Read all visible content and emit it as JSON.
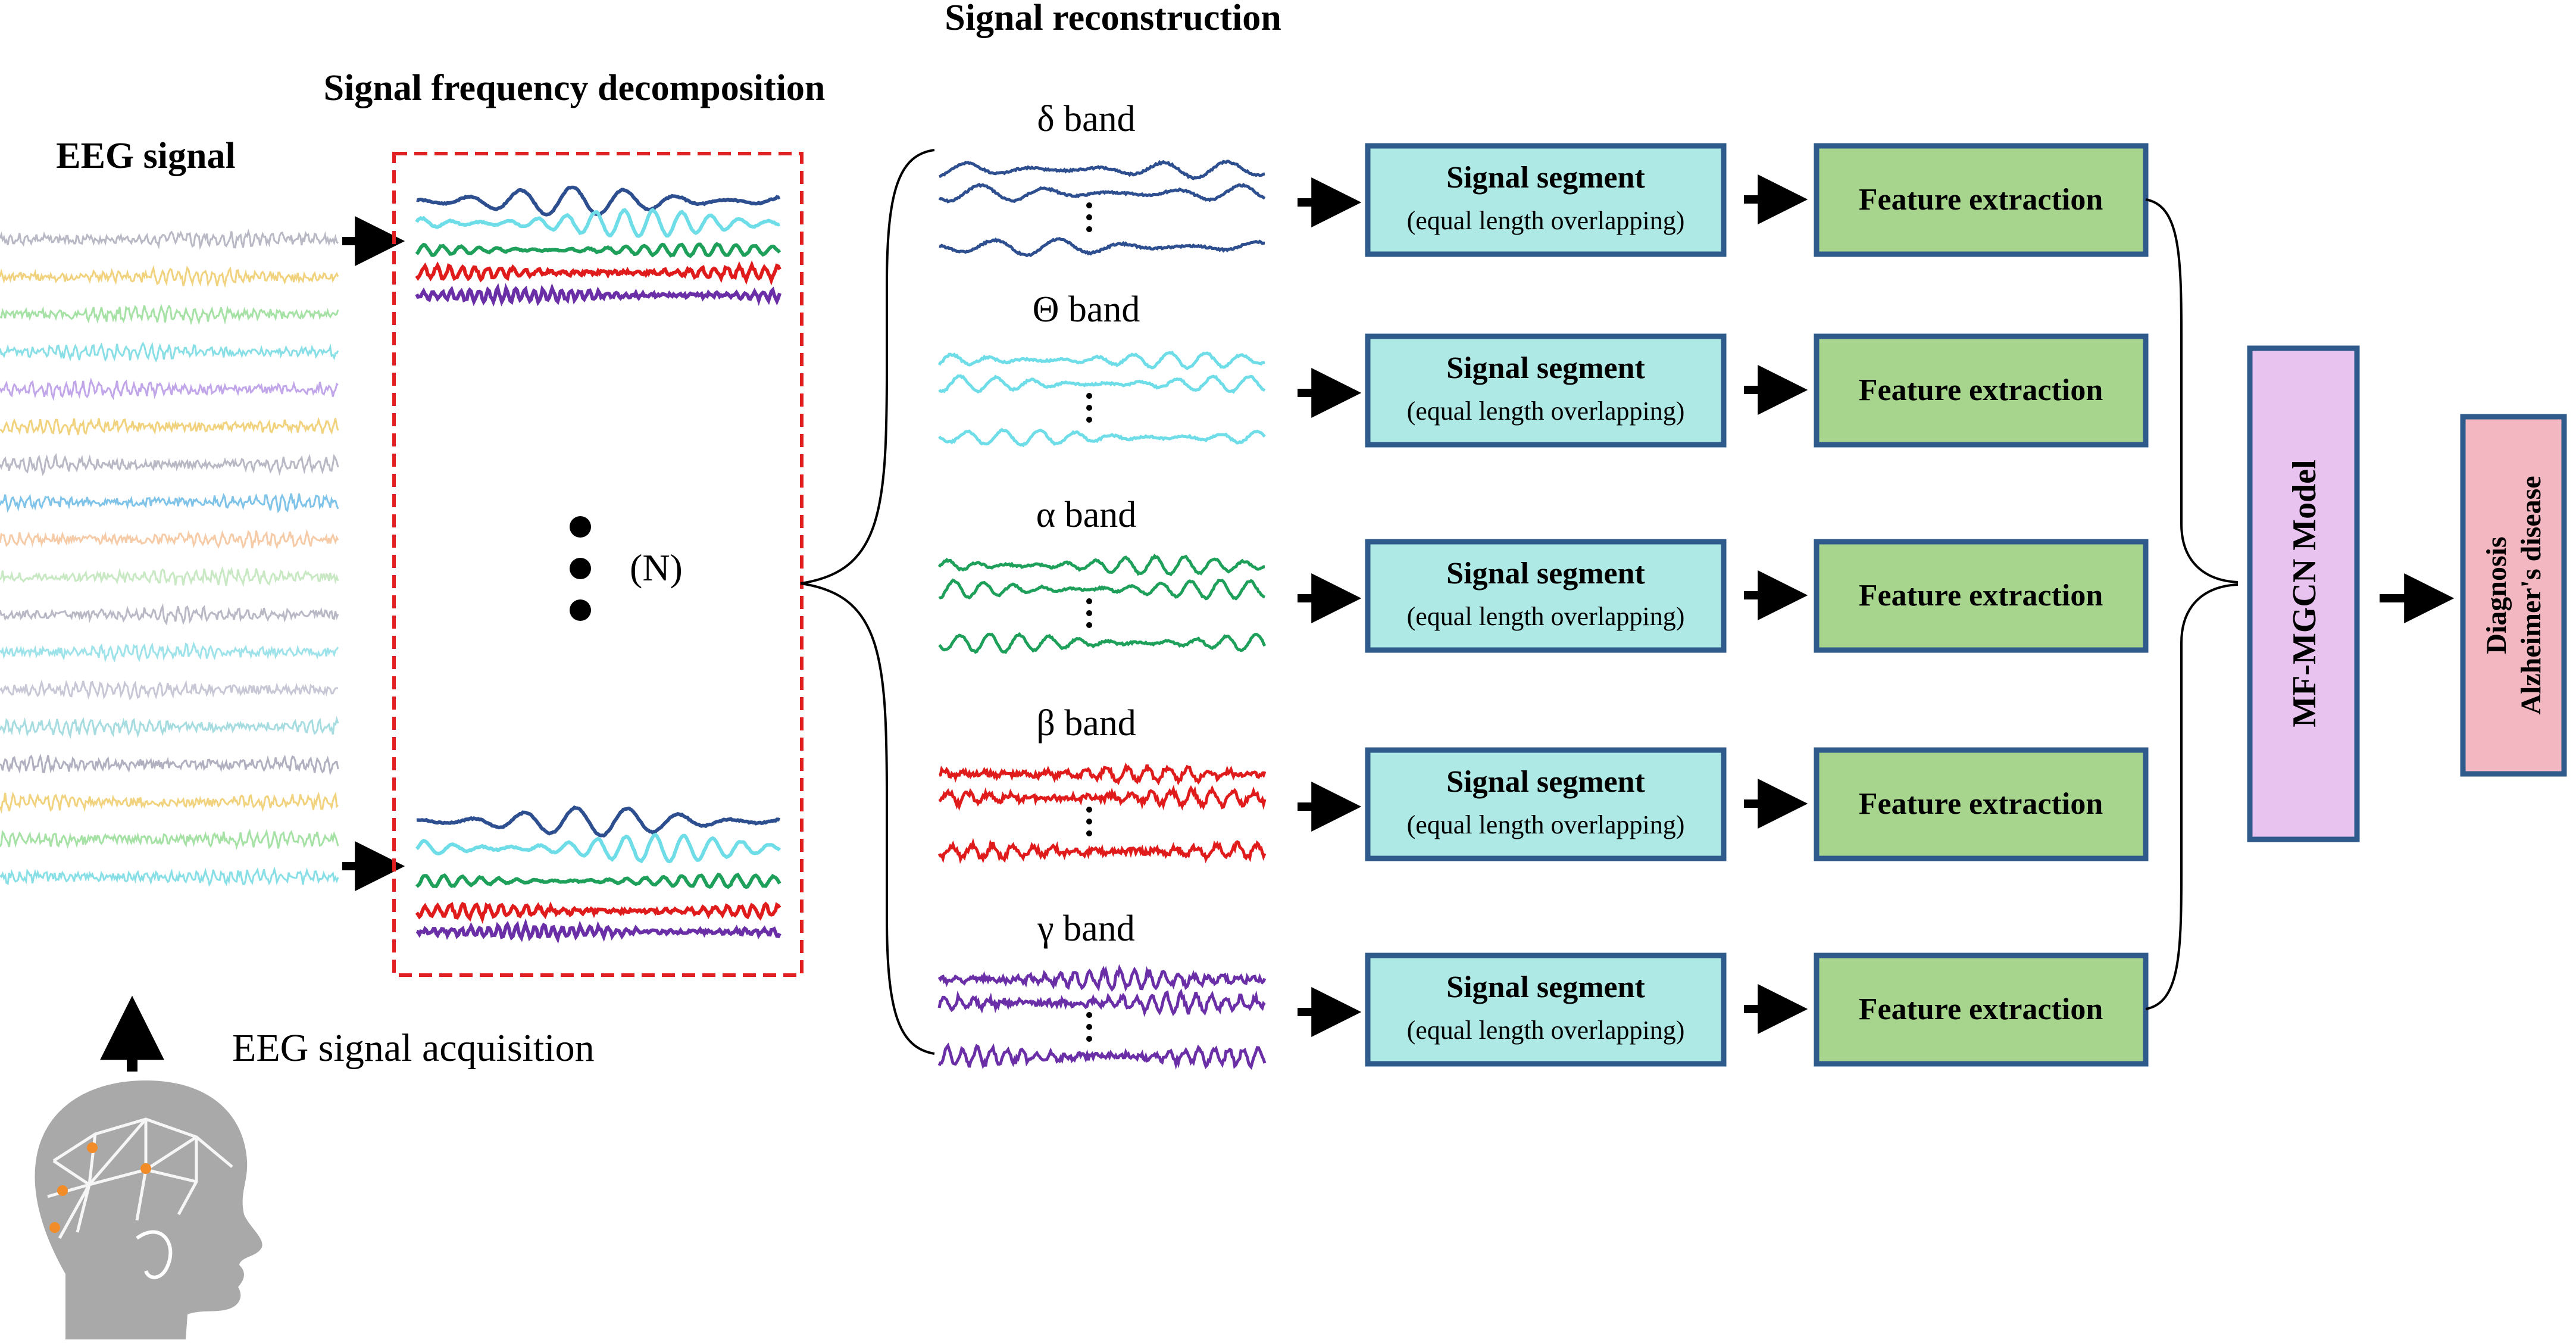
{
  "titles": {
    "eeg_signal": "EEG signal",
    "decomposition": "Signal frequency decomposition",
    "reconstruction": "Signal reconstruction",
    "acquisition": "EEG signal acquisition",
    "n_label": "(N)"
  },
  "bands": [
    {
      "label": "δ band",
      "color": "#2e4f8f",
      "waves": 5
    },
    {
      "label": "Θ band",
      "color": "#6fdde8",
      "waves": 9
    },
    {
      "label": "α band",
      "color": "#1fa05a",
      "waves": 11
    },
    {
      "label": "β band",
      "color": "#e01b1b",
      "waves": 16
    },
    {
      "label": "γ band",
      "color": "#6a2fa6",
      "waves": 22
    }
  ],
  "segment_box": {
    "title": "Signal segment",
    "subtitle": "(equal length overlapping)",
    "fill": "#aee9e6"
  },
  "feature_box": {
    "label": "Feature extraction",
    "fill": "#a8d58e"
  },
  "model_box": {
    "label": "MF-MGCN Model",
    "fill": "#e8c3ef"
  },
  "diagnosis_box": {
    "line1": "Diagnosis",
    "line2": "Alzheimer's disease",
    "fill": "#f2b7c1"
  },
  "box_border_color": "#2e5a8c",
  "eeg_channel_colors": [
    "#b9b9c6",
    "#f1d37f",
    "#a6e1a6",
    "#88dfe6",
    "#c2a6ea",
    "#f1d37f",
    "#b9b9c6",
    "#7fc3e8",
    "#f6cba8",
    "#c9e8c4",
    "#b9b9c6",
    "#9fe3ea",
    "#c7c7d6",
    "#a7dde0",
    "#b0b0c0",
    "#f1d37f",
    "#a6e1a6",
    "#88dfe6"
  ],
  "dashed_border_color": "#e02020"
}
